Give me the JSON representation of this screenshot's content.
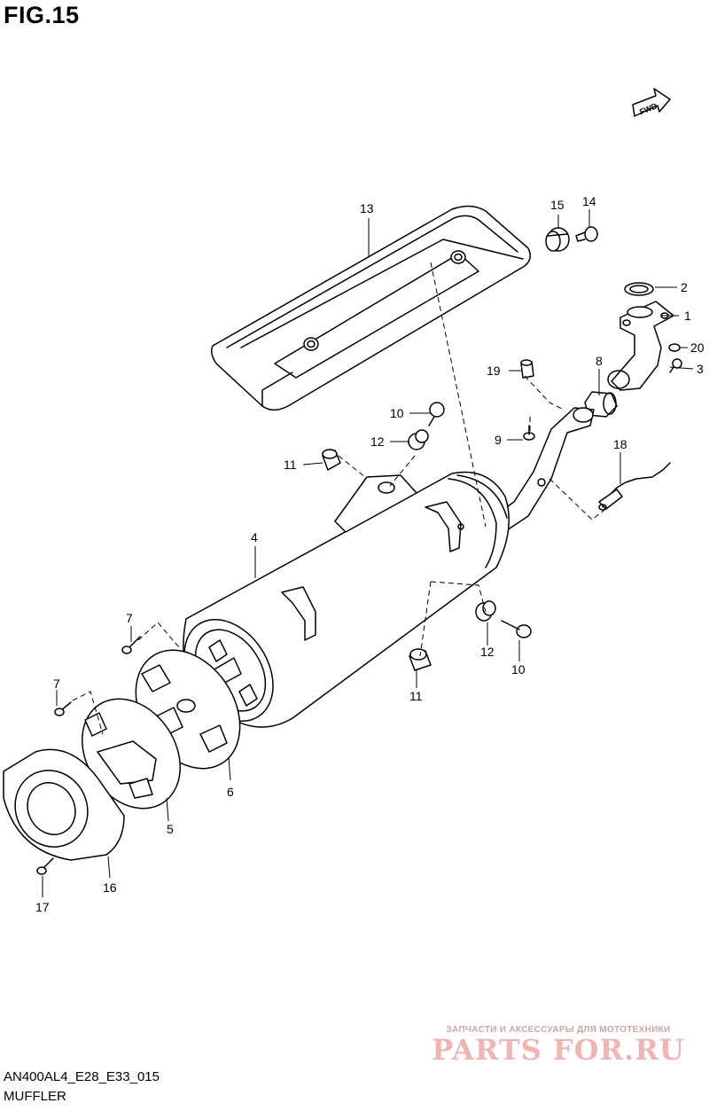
{
  "figure_title": "FIG.15",
  "fwd_label": "FWD",
  "callouts": [
    {
      "id": "c1",
      "label": "1"
    },
    {
      "id": "c2",
      "label": "2"
    },
    {
      "id": "c3",
      "label": "3"
    },
    {
      "id": "c4",
      "label": "4"
    },
    {
      "id": "c5",
      "label": "5"
    },
    {
      "id": "c6",
      "label": "6"
    },
    {
      "id": "c7a",
      "label": "7"
    },
    {
      "id": "c7b",
      "label": "7"
    },
    {
      "id": "c8",
      "label": "8"
    },
    {
      "id": "c9",
      "label": "9"
    },
    {
      "id": "c10a",
      "label": "10"
    },
    {
      "id": "c10b",
      "label": "10"
    },
    {
      "id": "c11a",
      "label": "11"
    },
    {
      "id": "c11b",
      "label": "11"
    },
    {
      "id": "c12a",
      "label": "12"
    },
    {
      "id": "c12b",
      "label": "12"
    },
    {
      "id": "c13",
      "label": "13"
    },
    {
      "id": "c14",
      "label": "14"
    },
    {
      "id": "c15",
      "label": "15"
    },
    {
      "id": "c16",
      "label": "16"
    },
    {
      "id": "c17",
      "label": "17"
    },
    {
      "id": "c18",
      "label": "18"
    },
    {
      "id": "c19",
      "label": "19"
    },
    {
      "id": "c20",
      "label": "20"
    }
  ],
  "footer": {
    "model_code": "AN400AL4_E28_E33_015",
    "section_name": "MUFFLER"
  },
  "watermark": {
    "tagline": "ЗАПЧАСТИ И АКСЕССУАРЫ ДЛЯ МОТОТЕХНИКИ",
    "brand": "PARTS FOR.RU"
  }
}
